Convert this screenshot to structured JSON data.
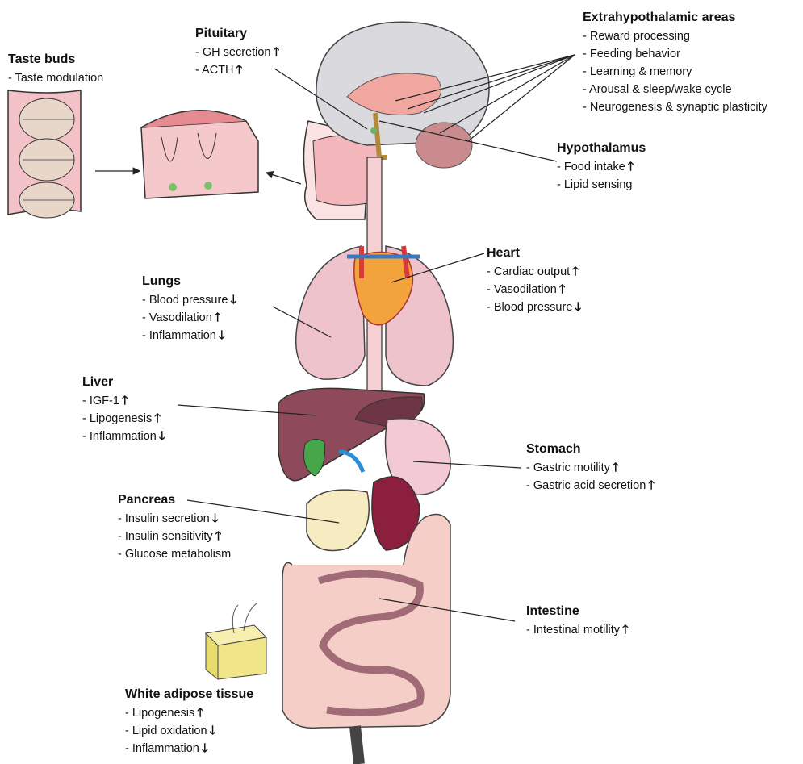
{
  "taste_buds": {
    "title": "Taste buds",
    "items": [
      {
        "text": "- Taste modulation",
        "arrow": ""
      }
    ]
  },
  "pituitary": {
    "title": "Pituitary",
    "items": [
      {
        "text": "- GH secretion",
        "arrow": "🡑"
      },
      {
        "text": "- ACTH",
        "arrow": "🡑"
      }
    ]
  },
  "extrahypothalamic": {
    "title": "Extrahypothalamic areas",
    "items": [
      {
        "text": "- Reward processing",
        "arrow": ""
      },
      {
        "text": "- Feeding behavior",
        "arrow": ""
      },
      {
        "text": "- Learning & memory",
        "arrow": ""
      },
      {
        "text": "- Arousal & sleep/wake cycle",
        "arrow": ""
      },
      {
        "text": "- Neurogenesis & synaptic plasticity",
        "arrow": ""
      }
    ]
  },
  "hypothalamus": {
    "title": "Hypothalamus",
    "items": [
      {
        "text": "- Food intake",
        "arrow": "🡑"
      },
      {
        "text": "- Lipid sensing",
        "arrow": ""
      }
    ]
  },
  "heart": {
    "title": "Heart",
    "items": [
      {
        "text": "- Cardiac output",
        "arrow": "🡑"
      },
      {
        "text": "- Vasodilation",
        "arrow": "🡑"
      },
      {
        "text": "- Blood pressure",
        "arrow": "🡓"
      }
    ]
  },
  "lungs": {
    "title": "Lungs",
    "items": [
      {
        "text": "- Blood pressure",
        "arrow": "🡓"
      },
      {
        "text": "- Vasodilation",
        "arrow": "🡑"
      },
      {
        "text": "- Inflammation",
        "arrow": "🡓"
      }
    ]
  },
  "liver": {
    "title": "Liver",
    "items": [
      {
        "text": "- IGF-1",
        "arrow": "🡑"
      },
      {
        "text": "- Lipogenesis",
        "arrow": "🡑"
      },
      {
        "text": "- Inflammation",
        "arrow": "🡓"
      }
    ]
  },
  "stomach": {
    "title": "Stomach",
    "items": [
      {
        "text": "- Gastric motility",
        "arrow": "🡑"
      },
      {
        "text": "- Gastric acid secretion",
        "arrow": "🡑"
      }
    ]
  },
  "pancreas": {
    "title": "Pancreas",
    "items": [
      {
        "text": "- Insulin secretion",
        "arrow": "🡓"
      },
      {
        "text": "- Insulin sensitivity",
        "arrow": "🡑"
      },
      {
        "text": "- Glucose metabolism",
        "arrow": ""
      }
    ]
  },
  "intestine": {
    "title": "Intestine",
    "items": [
      {
        "text": "- Intestinal motility",
        "arrow": "🡑"
      }
    ]
  },
  "wat": {
    "title": "White adipose tissue",
    "items": [
      {
        "text": "- Lipogenesis",
        "arrow": "🡑"
      },
      {
        "text": "- Lipid oxidation",
        "arrow": "🡓"
      },
      {
        "text": "- Inflammation",
        "arrow": "🡓"
      }
    ]
  },
  "colors": {
    "line": "#222222",
    "tissue_pink": "#f3c6c8",
    "liver": "#8e4a5a",
    "brain": "#d9d9de",
    "adipose": "#f1e58a"
  }
}
